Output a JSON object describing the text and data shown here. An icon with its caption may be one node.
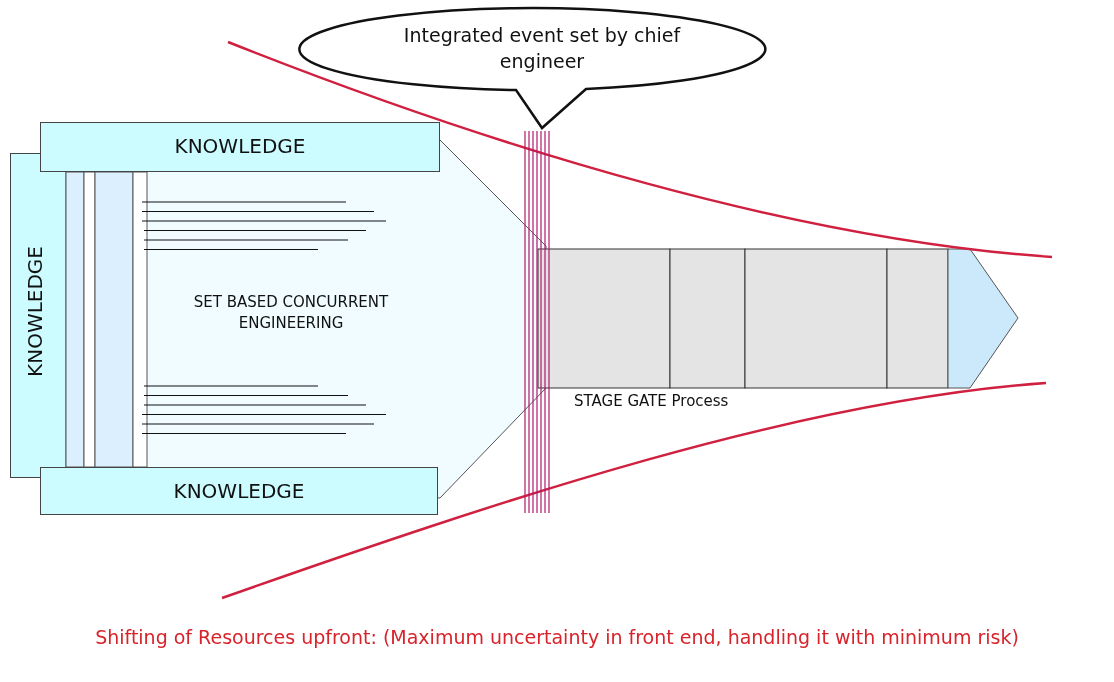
{
  "diagram": {
    "caption": "Shifting of Resources upfront: (Maximum uncertainty in front end, handling it with minimum risk)",
    "nodes": [
      {
        "text": [
          "Integrated event set by chief engineer"
        ]
      },
      {
        "text": [
          "KNOWLEDGE"
        ]
      },
      {
        "text": [
          "KNOWLEDGE"
        ]
      },
      {
        "text": [
          "SET BASED CONCURRENT ENGINEERING"
        ]
      },
      {
        "text": [
          "KNOWLEDGE"
        ]
      },
      {
        "text": [
          "STAGE GATE Process"
        ]
      }
    ]
  }
}
